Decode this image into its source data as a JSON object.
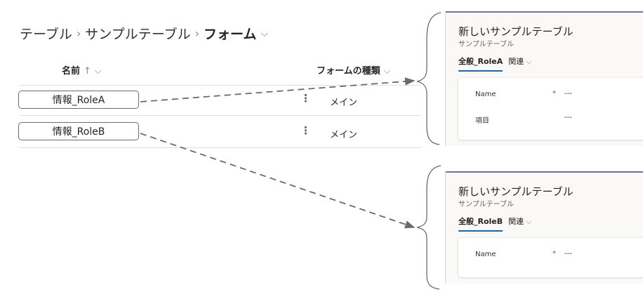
{
  "breadcrumb": {
    "items": [
      "テーブル",
      "サンプルテーブル",
      "フォーム"
    ],
    "separator": "›",
    "dropdown": "⌵"
  },
  "table": {
    "columns": [
      {
        "label": "名前",
        "sort": "↑",
        "menu": "⌵"
      },
      {
        "label": "フォームの種類",
        "menu": "⌵"
      }
    ],
    "rows": [
      {
        "name": "情報_RoleA",
        "more": "⋮",
        "type": "メイン"
      },
      {
        "name": "情報_RoleB",
        "more": "⋮",
        "type": "メイン"
      }
    ]
  },
  "forms": [
    {
      "title": "新しいサンプルテーブル",
      "subtitle": "サンプルテーブル",
      "tab_active": "全般_RoleA",
      "tab_other": "関連",
      "tab_chevron": "⌵",
      "fields": [
        {
          "label": "Name",
          "required": "*",
          "value": "---"
        },
        {
          "label": "項目",
          "required": "",
          "value": "---"
        }
      ]
    },
    {
      "title": "新しいサンプルテーブル",
      "subtitle": "サンプルテーブル",
      "tab_active": "全般_RoleB",
      "tab_other": "関連",
      "tab_chevron": "⌵",
      "fields": [
        {
          "label": "Name",
          "required": "*",
          "value": "---"
        }
      ]
    }
  ],
  "colors": {
    "accent": "#0f6cbd",
    "required": "#c4314b",
    "arrow": "#6b6b6b",
    "panel_top": "#7a6ea0"
  }
}
